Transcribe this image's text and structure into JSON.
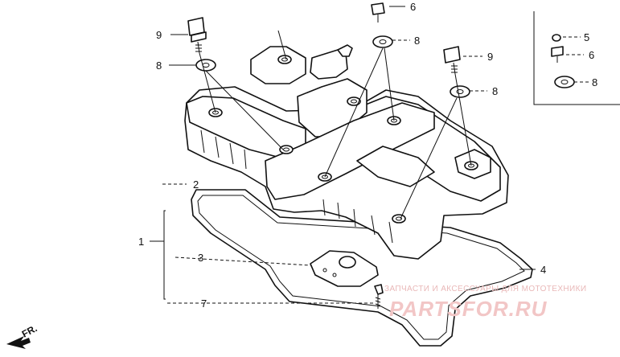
{
  "callouts": {
    "n1": "1",
    "n2": "2",
    "n3": "3",
    "n4": "4",
    "n5": "5",
    "n6a": "6",
    "n6b": "6",
    "n7": "7",
    "n8a": "8",
    "n8b": "8",
    "n8c": "8",
    "n8d": "8",
    "n9a": "9",
    "n9b": "9"
  },
  "direction_label": "FR.",
  "watermark": {
    "top_line": "ЗАПЧАСТИ И АКСЕССУАРЫ ДЛЯ МОТОТЕХНИКИ",
    "logo_text": "PARTSFOR.RU"
  },
  "colors": {
    "line": "#111111",
    "background": "#ffffff",
    "watermark": "#f2c6c6"
  }
}
